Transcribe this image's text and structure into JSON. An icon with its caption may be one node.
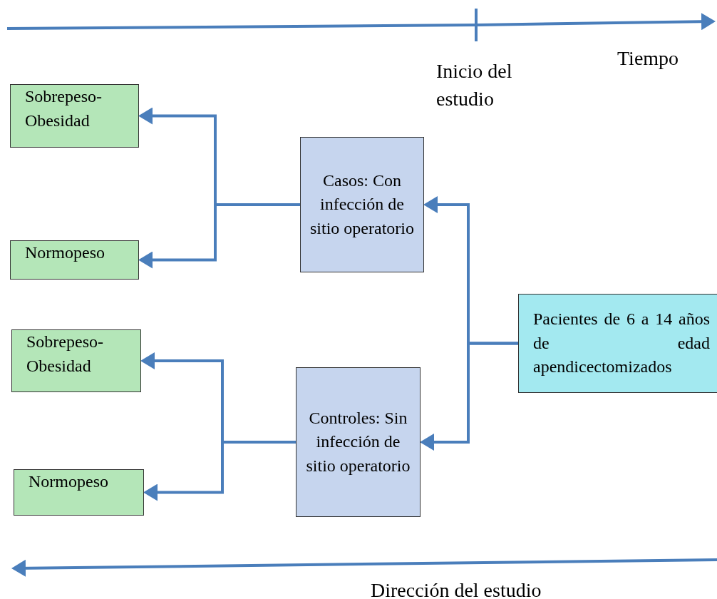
{
  "diagram": {
    "nodes": [
      {
        "text": [
          "Sobrepeso-Obesidad"
        ]
      },
      {
        "text": [
          "Normopeso"
        ]
      },
      {
        "text": [
          "Casos: Con infección de sitio operatorio"
        ]
      },
      {
        "text": [
          "Sobrepeso-Obesidad"
        ]
      },
      {
        "text": [
          "Normopeso"
        ]
      },
      {
        "text": [
          "Controles: Sin infección de sitio operatorio"
        ]
      },
      {
        "text": [
          "Pacientes de 6 a 14 años de edad apendicectomizados"
        ]
      }
    ],
    "edges": [
      {
        "from": 2,
        "to": 0,
        "arrow": "to"
      },
      {
        "from": 2,
        "to": 1,
        "arrow": "to"
      },
      {
        "from": 5,
        "to": 3,
        "arrow": "to"
      },
      {
        "from": 5,
        "to": 4,
        "arrow": "to"
      },
      {
        "from": 6,
        "to": 2,
        "arrow": "to"
      },
      {
        "from": 6,
        "to": 5,
        "arrow": "to"
      }
    ],
    "labels": [
      "Tiempo",
      "Inicio del estudio",
      "Dirección del estudio"
    ]
  }
}
